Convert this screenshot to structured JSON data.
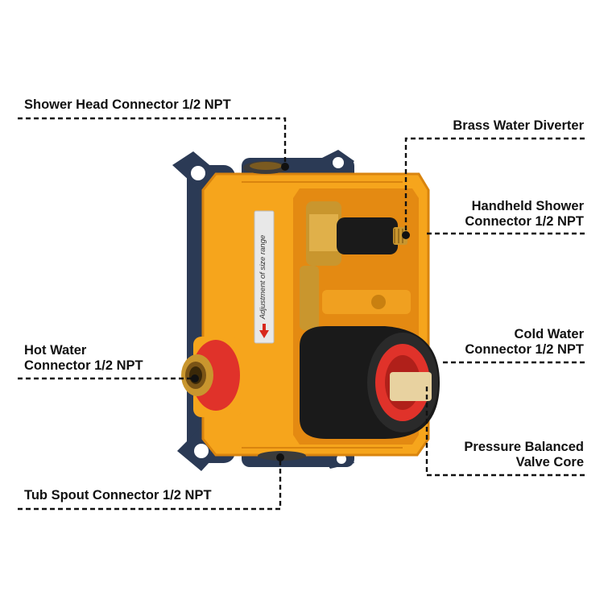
{
  "colors": {
    "housing_orange": "#f6a51c",
    "housing_orange_dark": "#d9840e",
    "backplate_navy": "#2b3a55",
    "brass": "#c9962e",
    "black_trim": "#1a1a1a",
    "red_seal": "#e0322a",
    "callout_line": "#111111"
  },
  "icons": {
    "product": "rough-in-valve-body",
    "arrow": "red-up-arrow"
  },
  "sticker": {
    "text": "Adjustment of size range"
  },
  "callouts": {
    "shower_head": {
      "line1": "Shower Head Connector  1/2 NPT"
    },
    "brass_diverter": {
      "line1": "Brass Water Diverter"
    },
    "handheld": {
      "line1": "Handheld Shower",
      "line2": "Connector  1/2 NPT"
    },
    "hot_water": {
      "line1": "Hot Water",
      "line2": "Connector  1/2 NPT"
    },
    "cold_water": {
      "line1": "Cold Water",
      "line2": "Connector 1/2 NPT"
    },
    "pressure_core": {
      "line1": "Pressure Balanced",
      "line2": "Valve Core"
    },
    "tub_spout": {
      "line1": "Tub Spout Connector 1/2 NPT"
    }
  }
}
